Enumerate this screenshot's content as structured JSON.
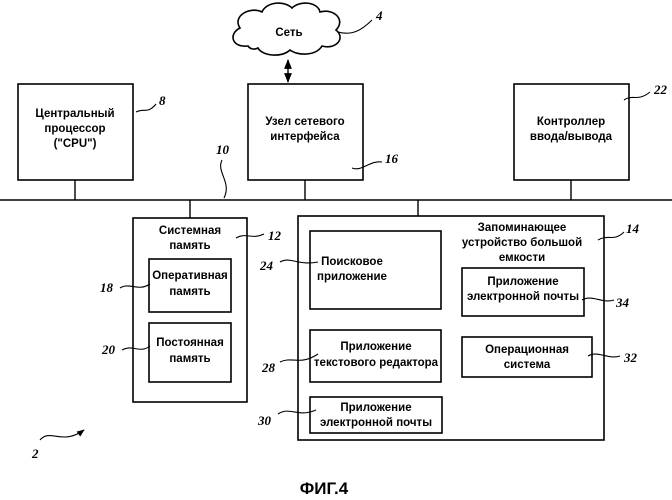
{
  "cloud": {
    "label": "Сеть",
    "ref": "4"
  },
  "cpu": {
    "line1": "Центральный",
    "line2": "процессор",
    "line3": "(\"CPU\")",
    "ref": "8"
  },
  "nic": {
    "line1": "Узел сетевого",
    "line2": "интерфейса",
    "ref": "16"
  },
  "io": {
    "line1": "Контроллер",
    "line2": "ввода/вывода",
    "ref": "22"
  },
  "bus": {
    "ref": "10"
  },
  "sysmem": {
    "line1": "Системная",
    "line2": "память",
    "ref": "12"
  },
  "ram": {
    "line1": "Оперативная",
    "line2": "память",
    "ref": "18"
  },
  "rom": {
    "line1": "Постоянная",
    "line2": "память",
    "ref": "20"
  },
  "storage": {
    "line1": "Запоминающее",
    "line2": "устройство большой",
    "line3": "емкости",
    "ref": "14"
  },
  "search_app": {
    "line1": "Поисковое",
    "line2": "приложение",
    "ref": "24"
  },
  "email_app_top": {
    "line1": "Приложение",
    "line2": "электронной почты",
    "ref": "34"
  },
  "editor_app": {
    "line1": "Приложение",
    "line2": "текстового редактора",
    "ref": "28"
  },
  "os": {
    "line1": "Операционная",
    "line2": "система",
    "ref": "32"
  },
  "email_app_bottom": {
    "line1": "Приложение",
    "line2": "электронной почты",
    "ref": "30"
  },
  "system": {
    "ref": "2"
  },
  "figure": {
    "caption": "ФИГ.4"
  }
}
